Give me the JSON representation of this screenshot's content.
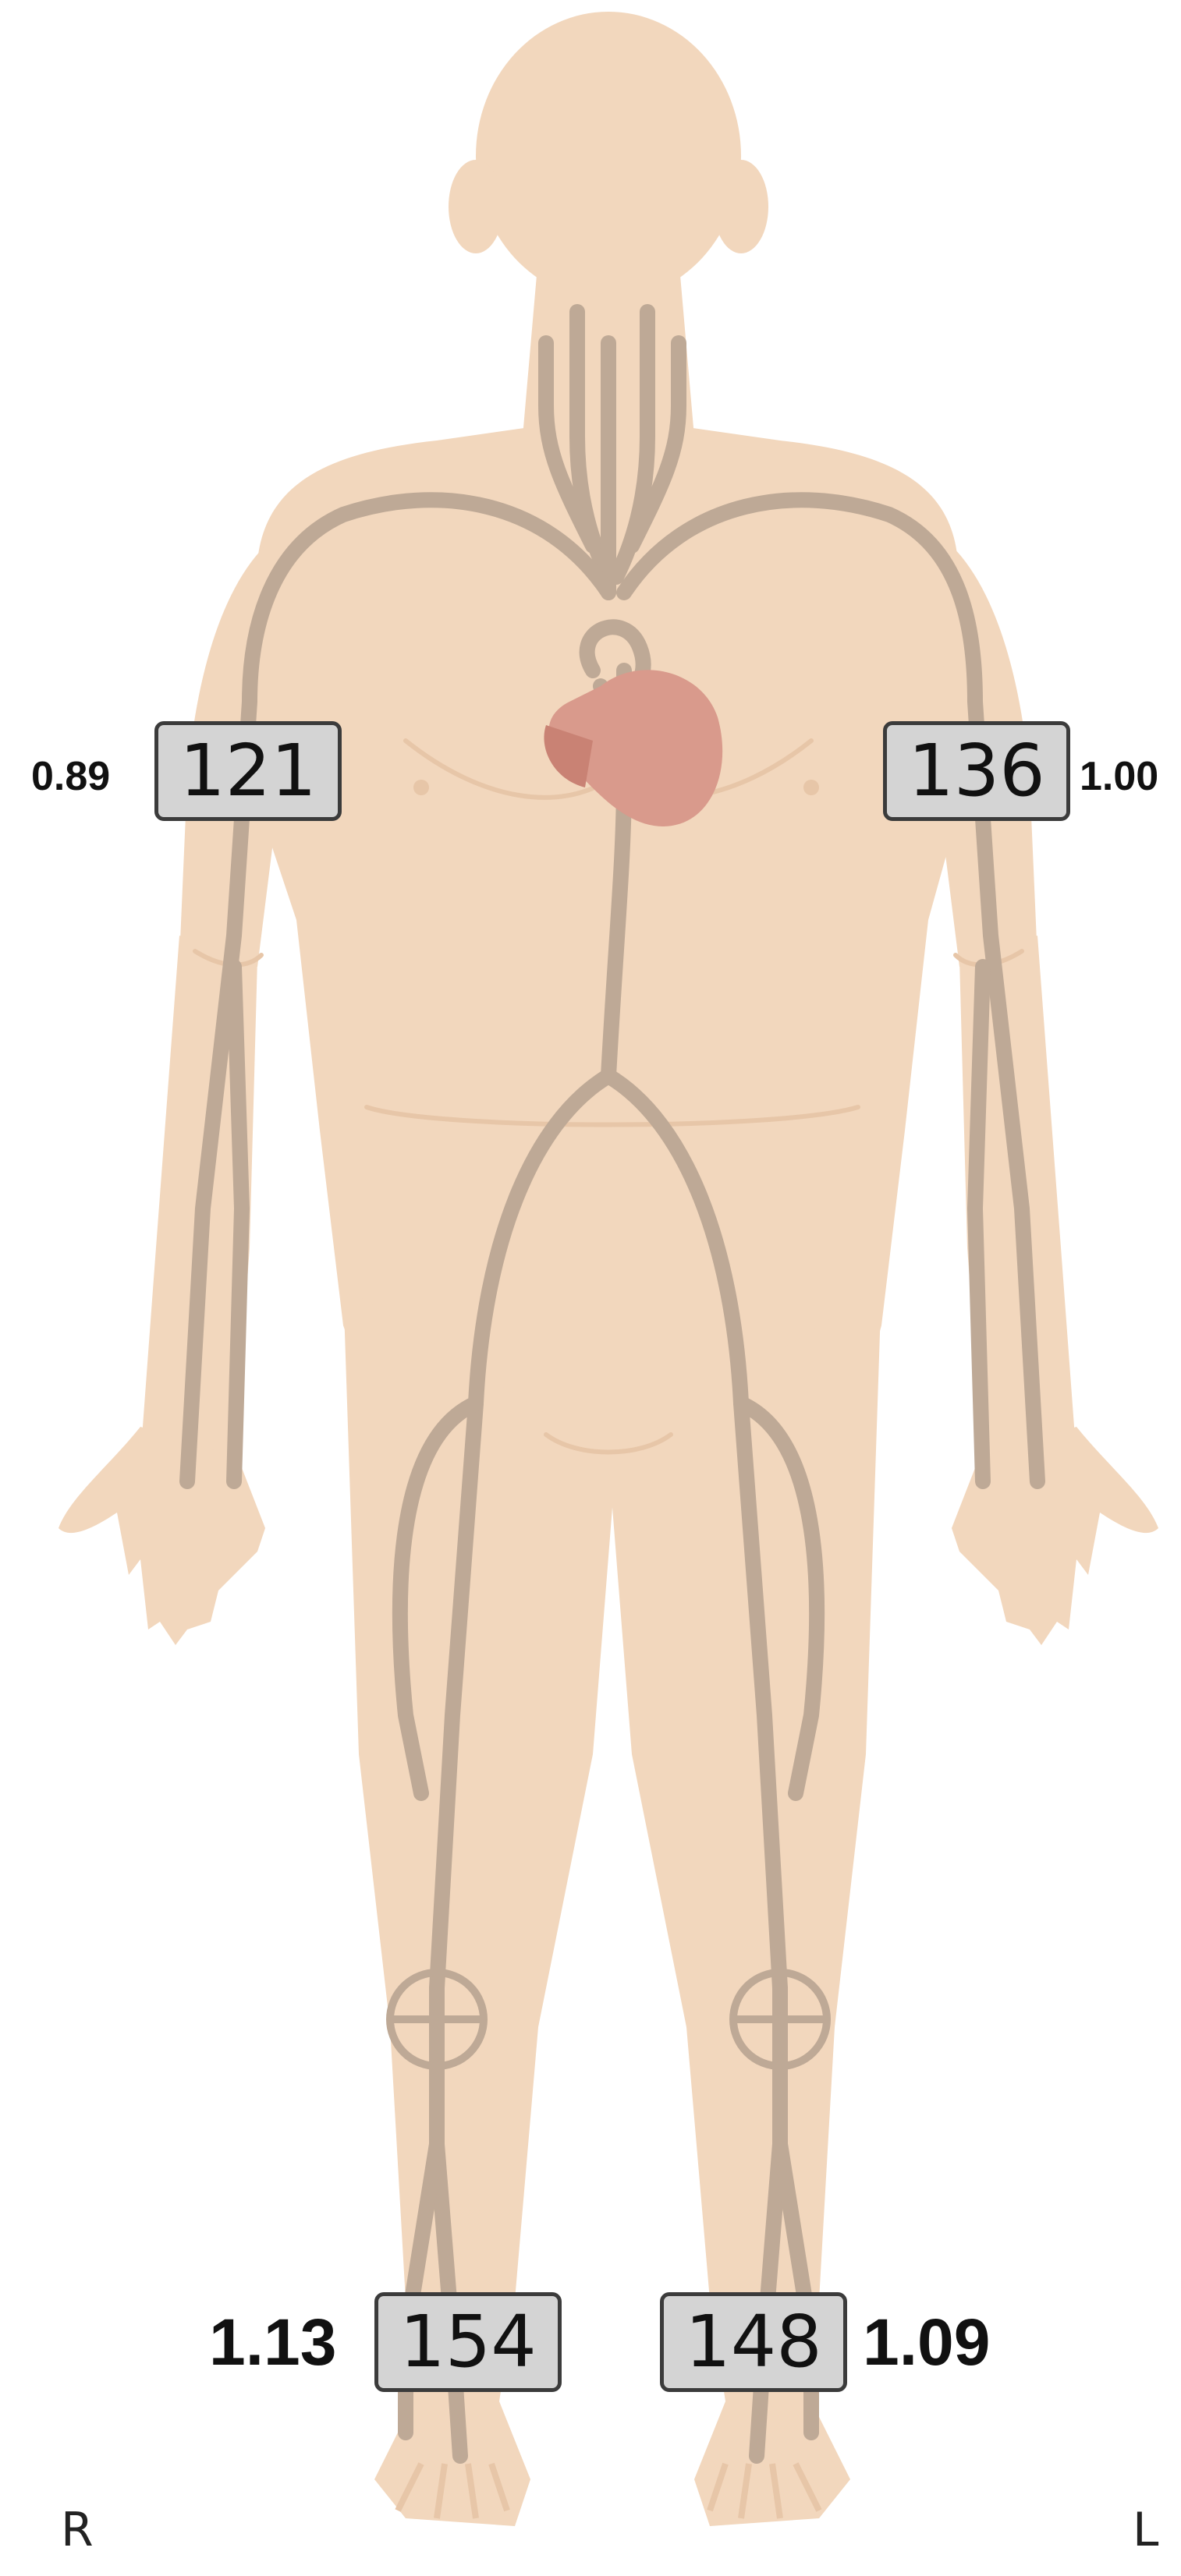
{
  "colors": {
    "skin": "#f2d7bd",
    "skin_shadow": "#e7c6a8",
    "vessel": "#bea996",
    "heart": "#d99a8c",
    "heart_dark": "#c98274",
    "box_fill": "#d4d4d4",
    "box_border": "#3b3b3b"
  },
  "measurements": {
    "right_arm": {
      "pressure": "121",
      "index": "0.89"
    },
    "left_arm": {
      "pressure": "136",
      "index": "1.00"
    },
    "right_ankle": {
      "pressure": "154",
      "index": "1.13"
    },
    "left_ankle": {
      "pressure": "148",
      "index": "1.09"
    }
  },
  "labels": {
    "right_side": "R",
    "left_side": "L"
  }
}
